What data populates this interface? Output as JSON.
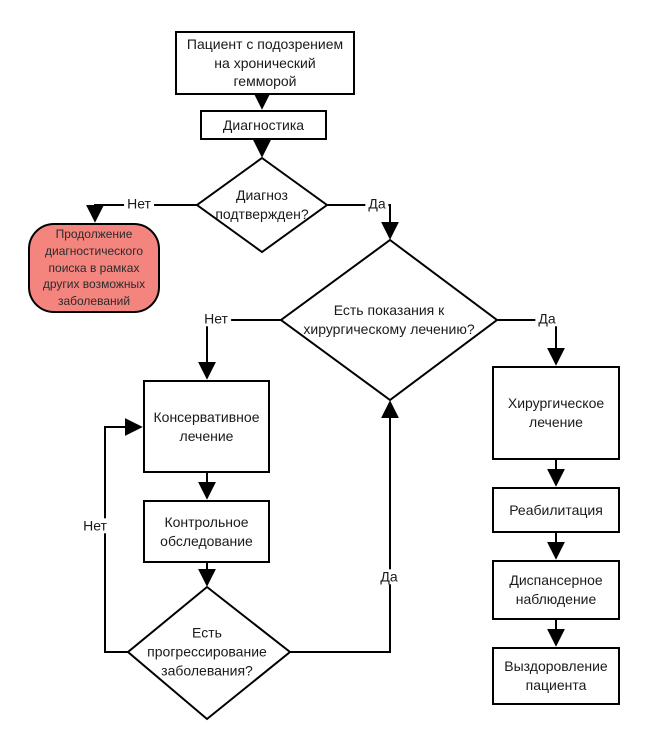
{
  "diagram": {
    "title_hint": "Flowchart: chronic hemorrhoids diagnostics and treatment",
    "nodes": {
      "patient": {
        "label": "Пациент с подозрением\nна хронический\nгемморой",
        "shape": "process"
      },
      "diagnostics": {
        "label": "Диагностика",
        "shape": "process"
      },
      "diagnosis_confirmed": {
        "label": "Диагноз\nподтвержден?",
        "shape": "decision"
      },
      "continue_search": {
        "label": "Продолжение\nдиагностического\nпоиска в рамках\nдругих возможных\nзаболеваний",
        "shape": "terminator"
      },
      "surgery_indications": {
        "label": "Есть показания к\nхирургическому лечению?",
        "shape": "decision"
      },
      "conservative_treatment": {
        "label": "Консервативное\nлечение",
        "shape": "process"
      },
      "control_examination": {
        "label": "Контрольное\nобследование",
        "shape": "process"
      },
      "disease_progression": {
        "label": "Есть\nпрогрессирование\nзаболевания?",
        "shape": "decision"
      },
      "surgical_treatment": {
        "label": "Хирургическое\nлечение",
        "shape": "process"
      },
      "rehabilitation": {
        "label": "Реабилитация",
        "shape": "process"
      },
      "dispensary_observation": {
        "label": "Диспансерное\nнаблюдение",
        "shape": "process"
      },
      "patient_recovery": {
        "label": "Выздоровление\nпациента",
        "shape": "process"
      }
    },
    "edge_labels": {
      "diagnosis_no": "Нет",
      "diagnosis_yes": "Да",
      "surgery_no": "Нет",
      "surgery_yes": "Да",
      "progression_no": "Нет",
      "progression_yes": "Да"
    }
  },
  "colors": {
    "node_fill": "#ffffff",
    "node_stroke": "#000000",
    "terminator_fill": "#f4847e",
    "line": "#000000"
  }
}
